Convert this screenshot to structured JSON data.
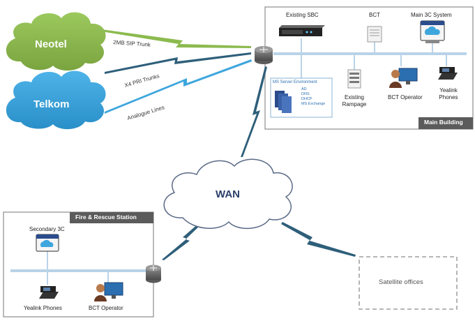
{
  "clouds": {
    "neotel": {
      "label": "Neotel",
      "color": "#8cba4f"
    },
    "telkom": {
      "label": "Telkom",
      "color": "#3ea6dd"
    },
    "wan": {
      "label": "WAN"
    }
  },
  "links": {
    "sip_trunk": "2MB SIP Trunk",
    "pri_trunks": "X4 PRI Trunks",
    "analogue": "Analogue Lines"
  },
  "main_building": {
    "title": "Main Building",
    "devices": {
      "existing_sbc": "Existing SBC",
      "bct": "BCT",
      "main_3c": "Main 3C System",
      "existing_rampage": "Existing\nRampage",
      "bct_operator": "BCT Operator",
      "yealink_phones": "Yealink\nPhones"
    },
    "ms_env": {
      "title": "MS Server Environment",
      "items": [
        "AD",
        "DNS",
        "DHCP",
        "MS Exchange"
      ]
    }
  },
  "fire_station": {
    "title": "Fire & Rescue Station",
    "devices": {
      "secondary_3c": "Secondary 3C",
      "yealink_phones": "Yealink Phones",
      "bct_operator": "BCT Operator"
    }
  },
  "satellite": {
    "label": "Satellite offices"
  },
  "colors": {
    "bus": "#b9d3e8",
    "bolt_green": "#8cba4f",
    "bolt_blue": "#3ea6dd",
    "bolt_dark": "#2e5f7a",
    "title_bar": "#5b5b5b"
  }
}
